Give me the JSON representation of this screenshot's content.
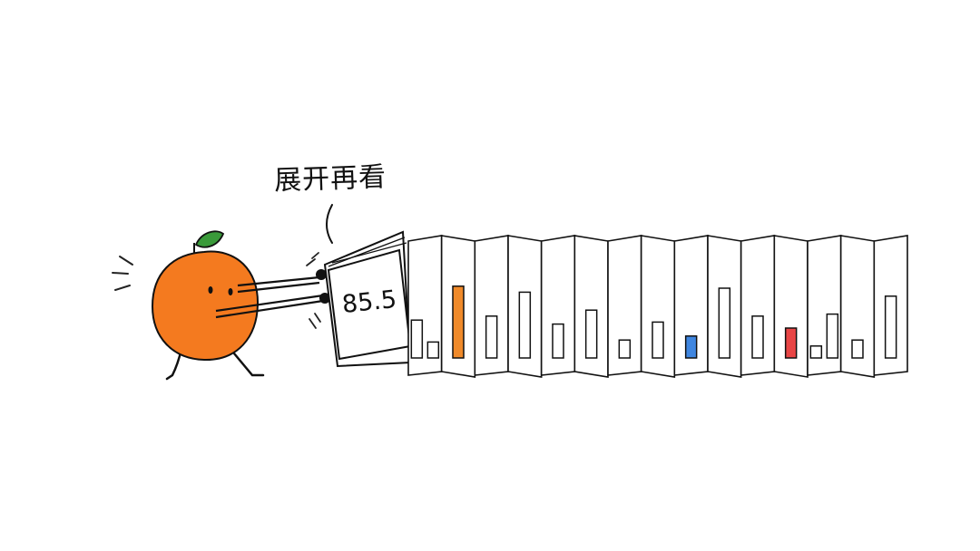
{
  "caption": "展开再看",
  "card": {
    "value": "85.5"
  },
  "colors": {
    "orange_body": "#F47A1F",
    "leaf": "#3A9A3A",
    "bar_orange": "#F08A2A",
    "bar_blue": "#3F86E0",
    "bar_red": "#E84545"
  },
  "icons": {
    "character": "orange-character-icon",
    "leaf": "leaf-icon",
    "folded_strip": "accordion-strip-icon"
  },
  "panels": [
    {
      "bars": [
        {
          "h": 0.38,
          "color": "none"
        },
        {
          "h": 0.16,
          "color": "none"
        }
      ]
    },
    {
      "bars": [
        {
          "h": 0.72,
          "color": "orange"
        }
      ]
    },
    {
      "bars": [
        {
          "h": 0.42,
          "color": "none"
        }
      ]
    },
    {
      "bars": [
        {
          "h": 0.66,
          "color": "none"
        }
      ]
    },
    {
      "bars": [
        {
          "h": 0.34,
          "color": "none"
        }
      ]
    },
    {
      "bars": [
        {
          "h": 0.48,
          "color": "none"
        }
      ]
    },
    {
      "bars": [
        {
          "h": 0.18,
          "color": "none"
        }
      ]
    },
    {
      "bars": [
        {
          "h": 0.36,
          "color": "none"
        }
      ]
    },
    {
      "bars": [
        {
          "h": 0.22,
          "color": "blue"
        }
      ]
    },
    {
      "bars": [
        {
          "h": 0.7,
          "color": "none"
        }
      ]
    },
    {
      "bars": [
        {
          "h": 0.42,
          "color": "none"
        }
      ]
    },
    {
      "bars": [
        {
          "h": 0.3,
          "color": "red"
        }
      ]
    },
    {
      "bars": [
        {
          "h": 0.12,
          "color": "none"
        },
        {
          "h": 0.44,
          "color": "none"
        }
      ]
    },
    {
      "bars": [
        {
          "h": 0.18,
          "color": "none"
        }
      ]
    },
    {
      "bars": [
        {
          "h": 0.62,
          "color": "none"
        }
      ]
    }
  ]
}
